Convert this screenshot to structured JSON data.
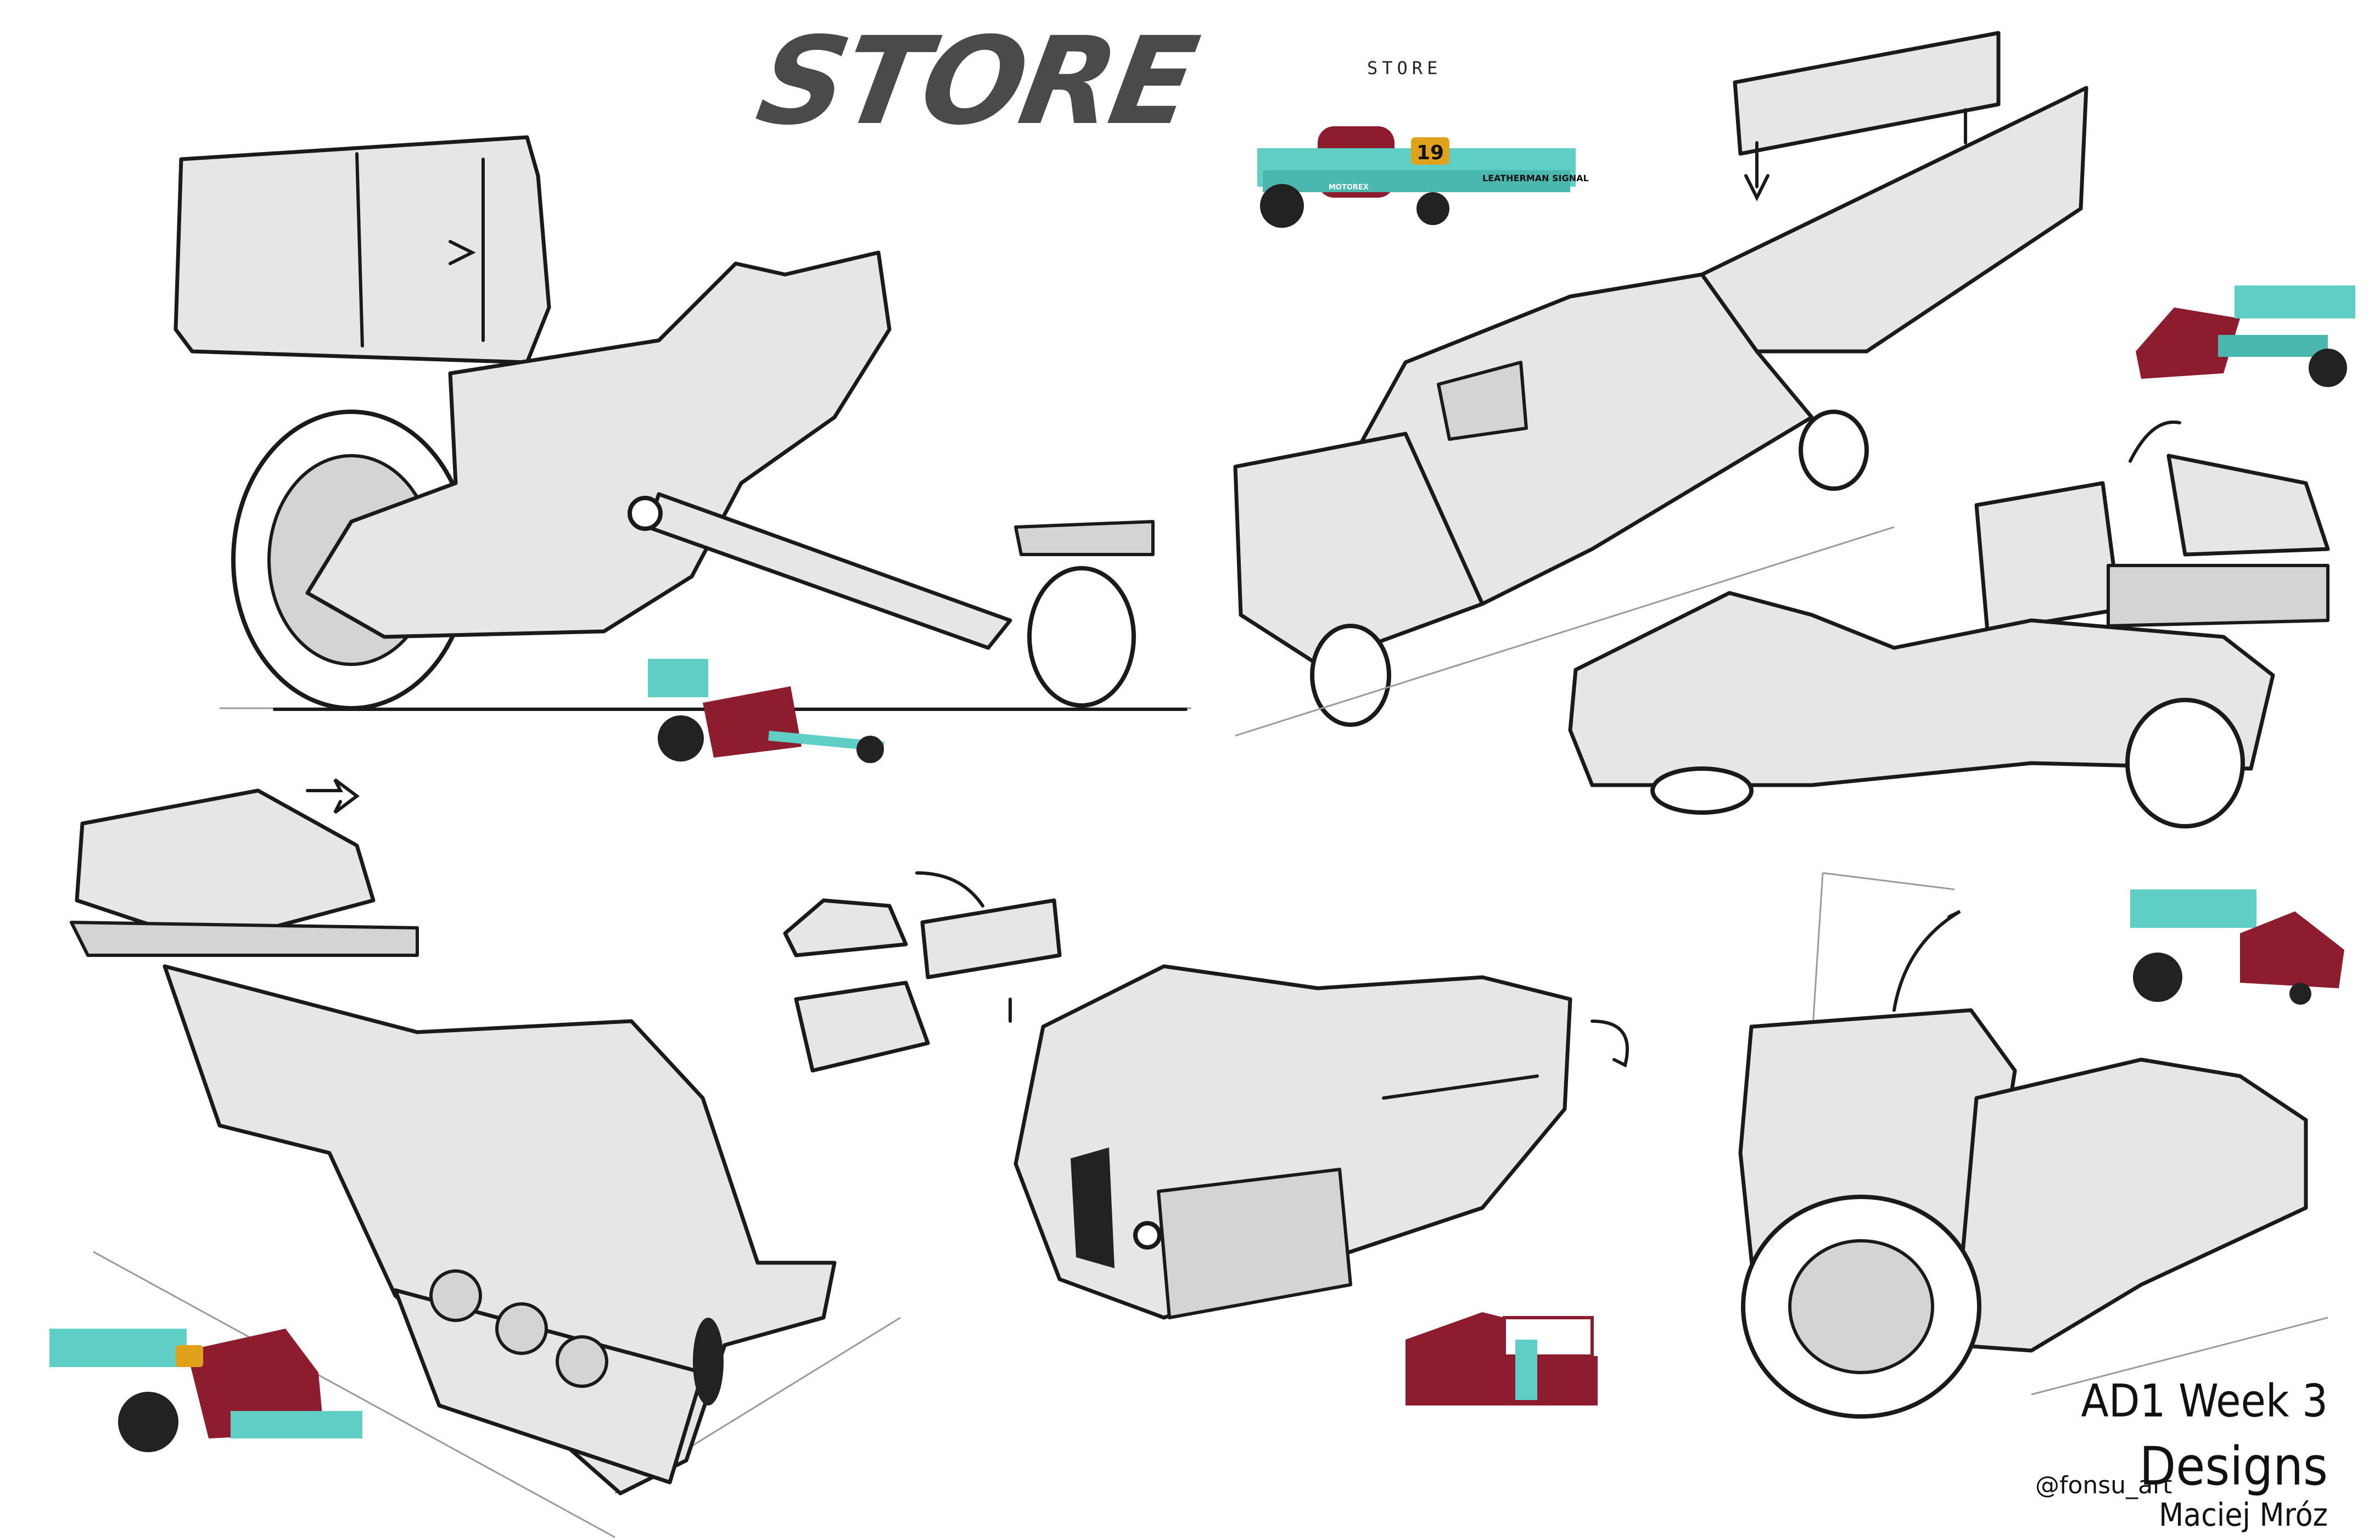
{
  "sheet": {
    "title": "STORE",
    "small_note": "STORE",
    "credits": {
      "line1": "AD1 Week 3",
      "line2": "Designs",
      "author": "Maciej Mróz",
      "handle": "@fonsu_art"
    }
  },
  "reference_thumbnails": {
    "race_number": "19",
    "sponsor_main": "LEATHERMAN SIGNAL",
    "sponsor_secondary": "MOTOREX"
  },
  "colors": {
    "sketch_fill": "#e6e6e6",
    "line": "#1a1a1a",
    "bike_red": "#8c1c2e",
    "bike_teal": "#5fcfc6",
    "number_yellow": "#e0a21a"
  }
}
